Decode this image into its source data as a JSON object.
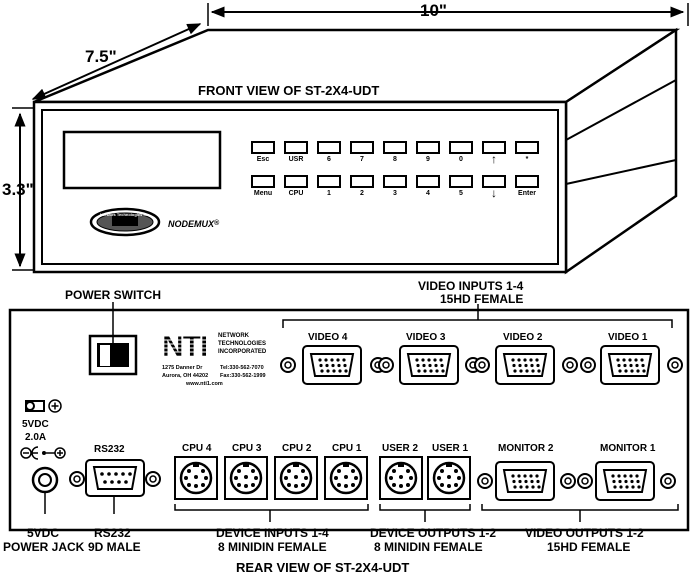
{
  "dimensions": {
    "width": "10\"",
    "depth": "7.5\"",
    "height": "3.3\""
  },
  "front": {
    "title": "FRONT VIEW OF ST-2X4-UDT",
    "keys_top": [
      "Esc",
      "USR",
      "6",
      "7",
      "8",
      "9",
      "0",
      "↑",
      "*"
    ],
    "keys_bottom": [
      "Menu",
      "CPU",
      "1",
      "2",
      "3",
      "4",
      "5",
      "↓",
      "Enter"
    ],
    "brand": "NODEMUX",
    "registered": "®",
    "logo_text": "Network Technologies Inc"
  },
  "rear": {
    "title": "REAR VIEW OF ST-2X4-UDT",
    "power_switch": "POWER SWITCH",
    "video_inputs_title": "VIDEO INPUTS 1-4",
    "video_inputs_sub": "15HD FEMALE",
    "company": {
      "logo": "NTI",
      "name1": "NETWORK",
      "name2": "TECHNOLOGIES",
      "name3": "INCORPORATED",
      "address1": "1275 Danner Dr",
      "tel": "Tel:330-562-7070",
      "address2": "Aurora, OH 44202",
      "fax": "Fax:330-562-1999",
      "web": "www.nti1.com"
    },
    "video_ports": [
      "VIDEO 4",
      "VIDEO 3",
      "VIDEO 2",
      "VIDEO 1"
    ],
    "power_spec1": "5VDC",
    "power_spec2": "2.0A",
    "rs232": "RS232",
    "cpu_ports": [
      "CPU 4",
      "CPU 3",
      "CPU 2",
      "CPU 1"
    ],
    "user_ports": [
      "USER 2",
      "USER 1"
    ],
    "monitor_ports": [
      "MONITOR 2",
      "MONITOR 1"
    ],
    "power_jack1": "5VDC",
    "power_jack2": "POWER JACK",
    "rs232_label1": "RS232",
    "rs232_label2": "9D MALE",
    "device_inputs1": "DEVICE INPUTS 1-4",
    "device_inputs2": "8 MINIDIN FEMALE",
    "device_outputs1": "DEVICE OUTPUTS 1-2",
    "device_outputs2": "8 MINIDIN FEMALE",
    "video_outputs1": "VIDEO OUTPUTS 1-2",
    "video_outputs2": "15HD FEMALE"
  }
}
